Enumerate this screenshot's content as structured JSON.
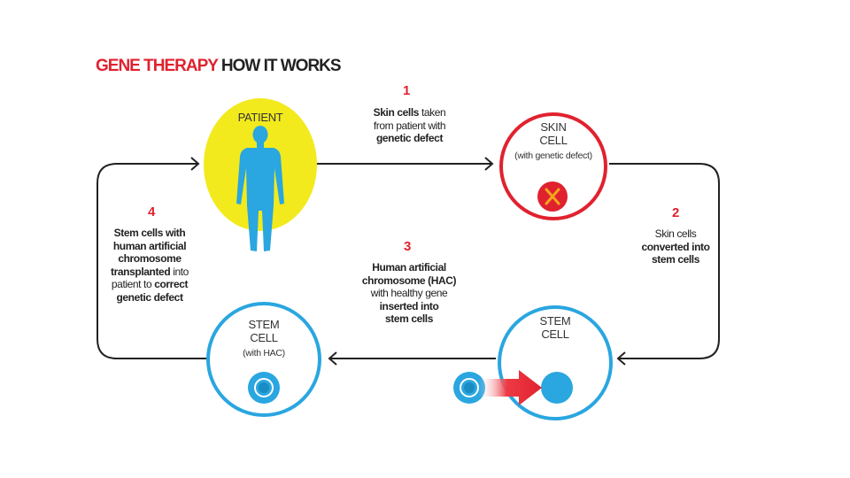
{
  "title": {
    "part1": "GENE THERAPY",
    "part2": "HOW IT WORKS"
  },
  "colors": {
    "accent_red": "#e0222f",
    "patient_yellow": "#f2ea1d",
    "figure_blue": "#2aa6e0",
    "cell_blue": "#2aa6e0",
    "chromosome_orange": "#f3a51c",
    "line_dark": "#222222"
  },
  "nodes": {
    "patient": {
      "label": "PATIENT"
    },
    "skin_cell": {
      "line1": "SKIN",
      "line2": "CELL",
      "sub": "(with genetic defect)"
    },
    "stem_cell_right": {
      "line1": "STEM",
      "line2": "CELL"
    },
    "stem_cell_left": {
      "line1": "STEM",
      "line2": "CELL",
      "sub": "(with HAC)"
    }
  },
  "steps": {
    "s1": {
      "number": "1",
      "l1_bold": "Skin cells",
      "l1_rest": " taken",
      "l2": "from patient with",
      "l3_bold": "genetic defect"
    },
    "s2": {
      "number": "2",
      "l1": "Skin cells",
      "l2_bold": "converted into",
      "l3_bold": "stem cells"
    },
    "s3": {
      "number": "3",
      "l1_bold": "Human artificial",
      "l2_bold": "chromosome (HAC)",
      "l3": "with healthy gene",
      "l4_bold": "inserted into",
      "l5_bold": "stem cells"
    },
    "s4": {
      "number": "4",
      "l1_bold": "Stem cells with",
      "l2_bold": "human artificial",
      "l3_bold": "chromosome",
      "l4_bold": "transplanted",
      "l4_rest": " into",
      "l5": "patient to ",
      "l5_bold": "correct",
      "l6_bold": "genetic defect"
    }
  }
}
